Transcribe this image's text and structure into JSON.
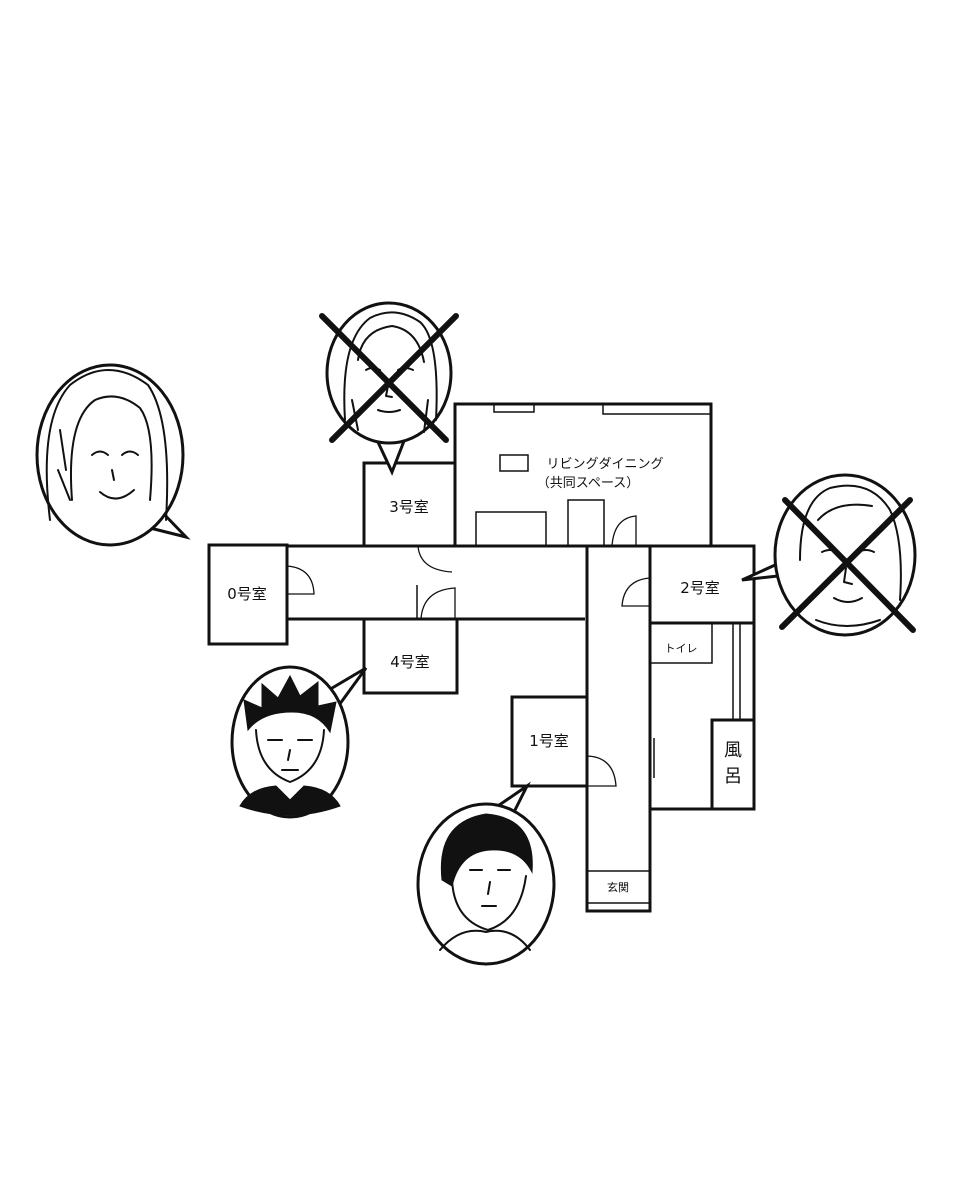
{
  "rooms": {
    "living": "リビングダイニング",
    "shared": "（共同スペース）",
    "room0": "0号室",
    "room1": "1号室",
    "room2": "2号室",
    "room3": "3号室",
    "room4": "4号室",
    "toilet": "トイレ",
    "bath_top": "風",
    "bath_bottom": "呂",
    "entrance": "玄関"
  },
  "residents": [
    {
      "room": "0号室",
      "crossed_out": false
    },
    {
      "room": "1号室",
      "crossed_out": false
    },
    {
      "room": "2号室",
      "crossed_out": true
    },
    {
      "room": "3号室",
      "crossed_out": true
    },
    {
      "room": "4号室",
      "crossed_out": false
    }
  ],
  "colors": {
    "ink": "#111111",
    "paper": "#ffffff"
  }
}
